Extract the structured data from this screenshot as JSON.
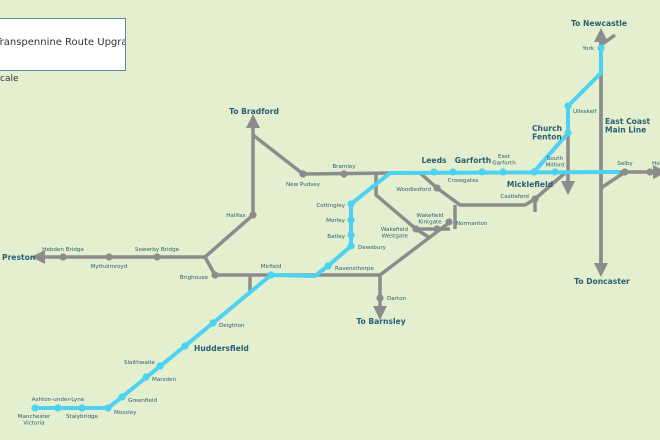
{
  "title": "Transpennine Route Upgrade",
  "scale_note": "cale",
  "colors": {
    "background": "#e3efcf",
    "upgrade_route": "#4dd2f2",
    "other_lines": "#8c8c8c",
    "label_text": "#2a5e72"
  },
  "destinations": [
    "To Bradford",
    "To Newcastle",
    "To Barnsley",
    "To Doncaster",
    "Preston"
  ],
  "line_labels": [
    "East Coast Main Line"
  ],
  "major_stations": [
    "Leeds",
    "Garforth",
    "Micklefield",
    "Church Fenton",
    "Huddersfield"
  ],
  "stations": [
    "New Pudsey",
    "Bramley",
    "Halifax",
    "Cottingley",
    "Morley",
    "Batley",
    "Dewsbury",
    "Ravensthorpe",
    "Wakefield Westgate",
    "Wakefield Kirkgate",
    "Normanton",
    "Woodlesford",
    "Crossgates",
    "East Garforth",
    "South Milford",
    "Castleford",
    "Ulleskelf",
    "Selby",
    "Howden",
    "York",
    "Darton",
    "Mirfield",
    "Brighouse",
    "Sowerby Bridge",
    "Mytholmroyd",
    "Hebden Bridge",
    "Deighton",
    "Slaithwaite",
    "Marsden",
    "Greenfield",
    "Mossley",
    "Stalybridge",
    "Ashton-under-Lyne",
    "Manchester Victoria"
  ]
}
